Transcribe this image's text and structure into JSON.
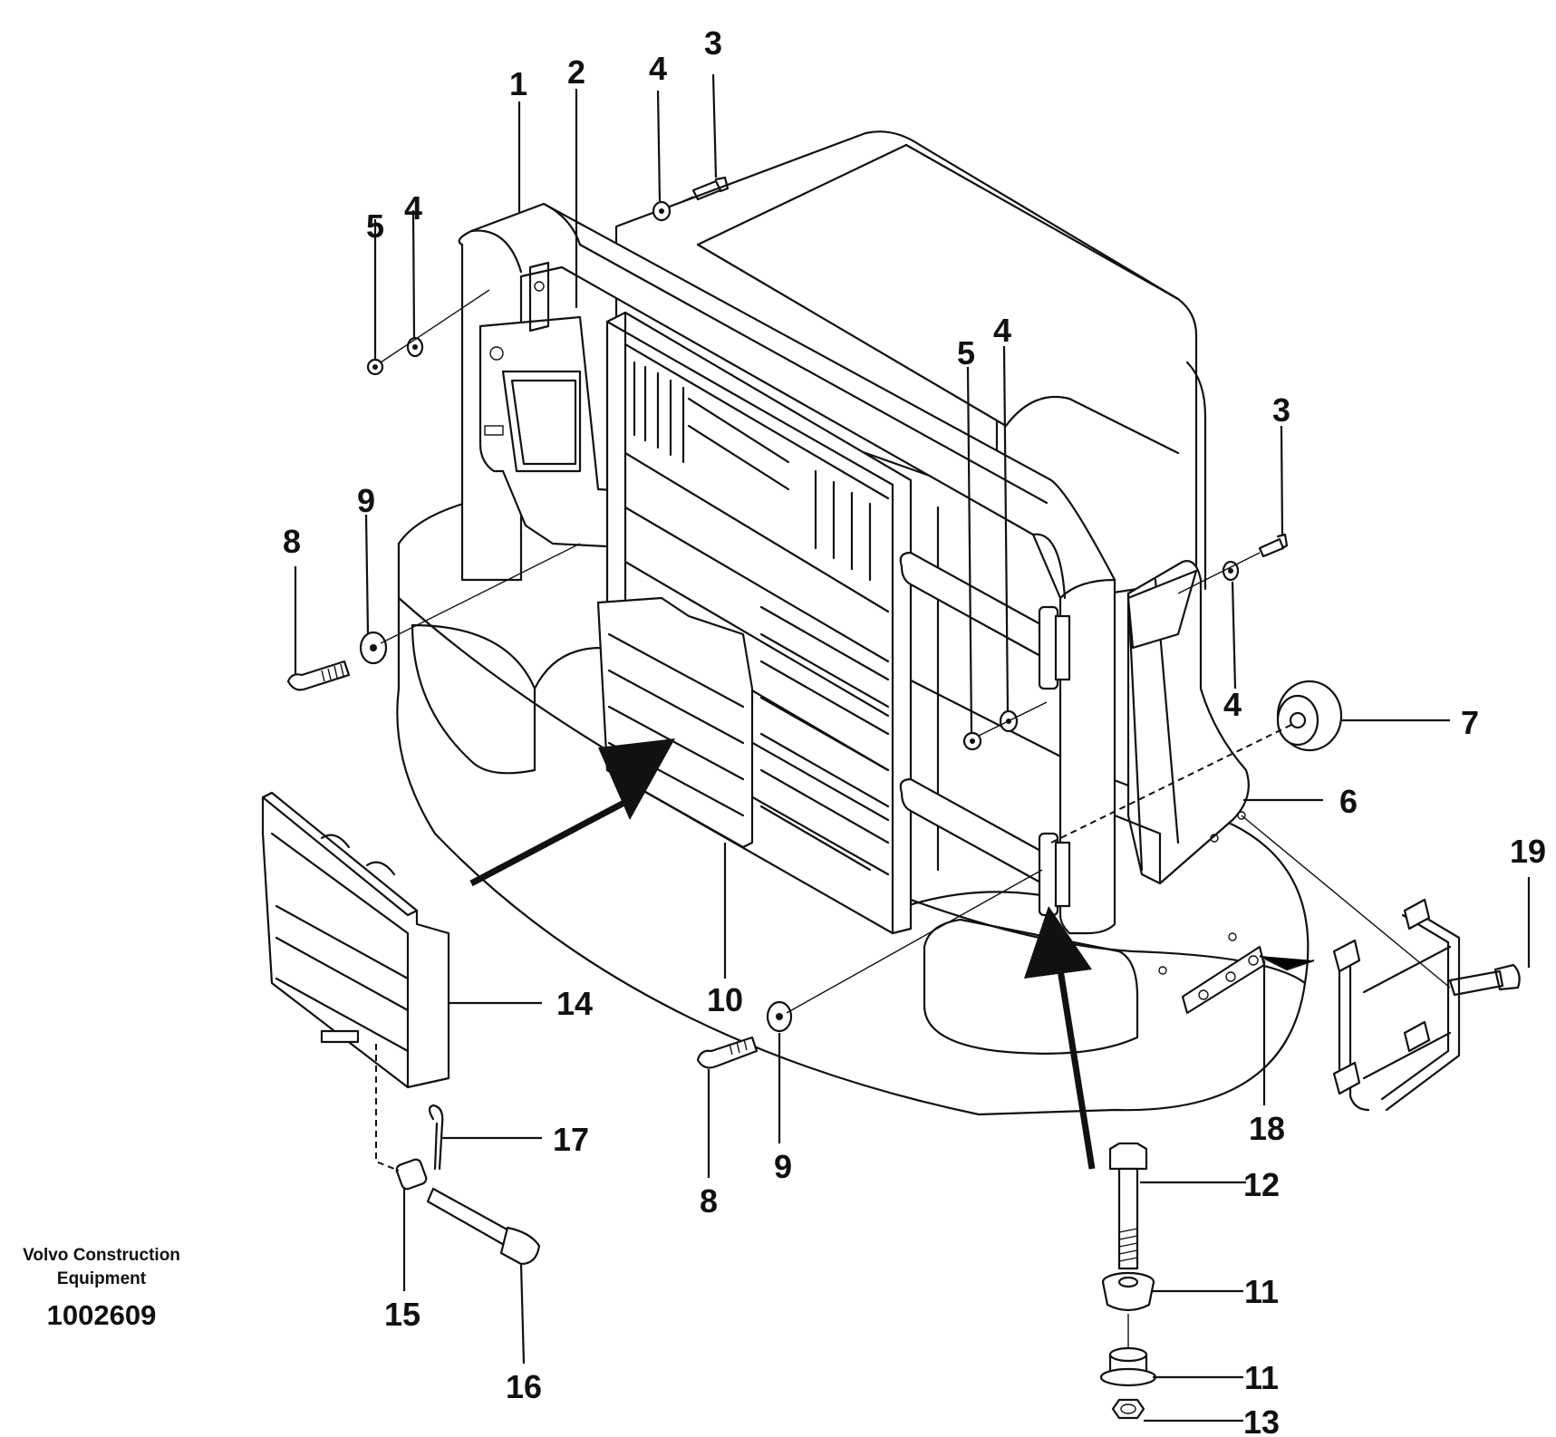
{
  "caption": {
    "organization": "Volvo Construction\nEquipment",
    "organization_line1": "Volvo Construction",
    "organization_line2": "Equipment",
    "drawing_number": "1002609"
  },
  "callouts": [
    {
      "id": "c1",
      "label": "1"
    },
    {
      "id": "c2",
      "label": "2"
    },
    {
      "id": "c3a",
      "label": "3"
    },
    {
      "id": "c4a",
      "label": "4"
    },
    {
      "id": "c5a",
      "label": "5"
    },
    {
      "id": "c4b",
      "label": "4"
    },
    {
      "id": "c5b",
      "label": "5"
    },
    {
      "id": "c4c",
      "label": "4"
    },
    {
      "id": "c3b",
      "label": "3"
    },
    {
      "id": "c4d",
      "label": "4"
    },
    {
      "id": "c9a",
      "label": "9"
    },
    {
      "id": "c8a",
      "label": "8"
    },
    {
      "id": "c7",
      "label": "7"
    },
    {
      "id": "c6",
      "label": "6"
    },
    {
      "id": "c19",
      "label": "19"
    },
    {
      "id": "c10",
      "label": "10"
    },
    {
      "id": "c14",
      "label": "14"
    },
    {
      "id": "c17",
      "label": "17"
    },
    {
      "id": "c9b",
      "label": "9"
    },
    {
      "id": "c8b",
      "label": "8"
    },
    {
      "id": "c18",
      "label": "18"
    },
    {
      "id": "c12",
      "label": "12"
    },
    {
      "id": "c11a",
      "label": "11"
    },
    {
      "id": "c11b",
      "label": "11"
    },
    {
      "id": "c13",
      "label": "13"
    },
    {
      "id": "c15",
      "label": "15"
    },
    {
      "id": "c16",
      "label": "16"
    }
  ]
}
